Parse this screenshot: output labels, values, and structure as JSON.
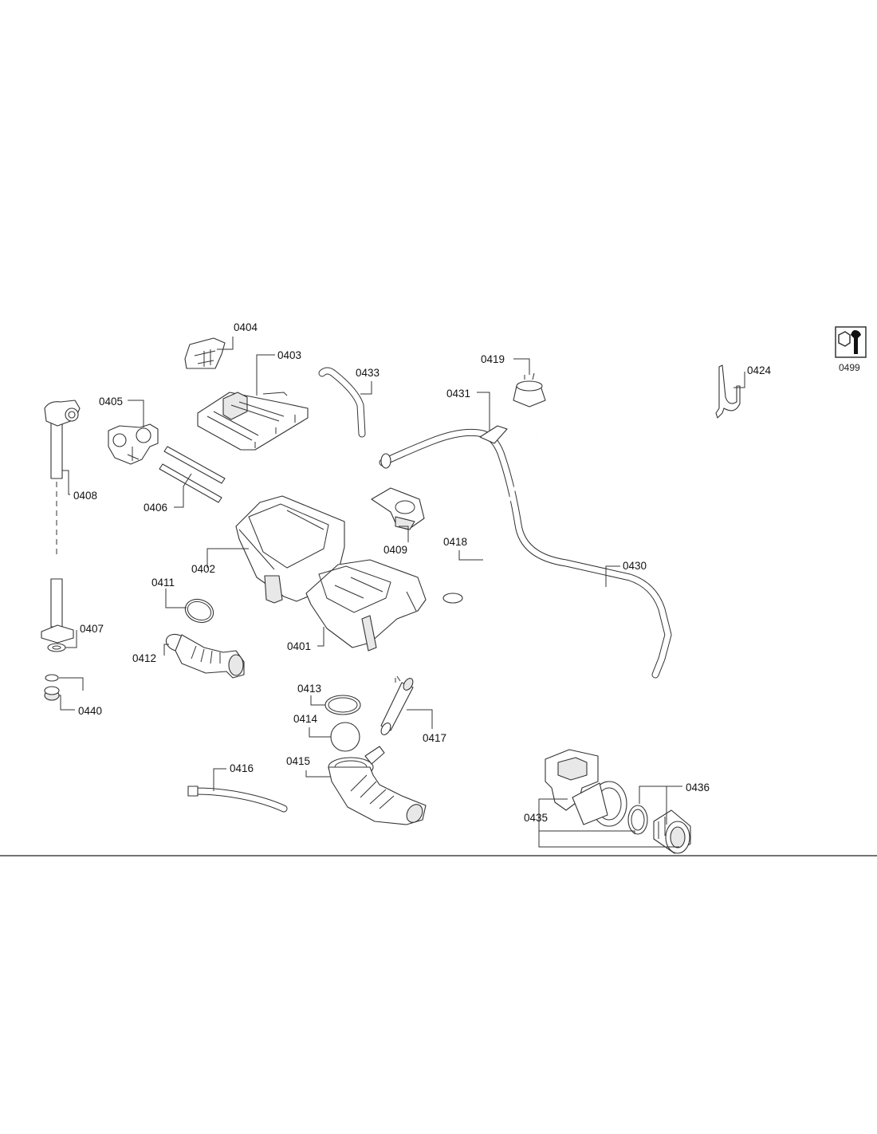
{
  "labels": {
    "p0401": "0401",
    "p0402": "0402",
    "p0403": "0403",
    "p0404": "0404",
    "p0405": "0405",
    "p0406": "0406",
    "p0407": "0407",
    "p0408": "0408",
    "p0409": "0409",
    "p0411": "0411",
    "p0412": "0412",
    "p0413": "0413",
    "p0414": "0414",
    "p0415": "0415",
    "p0416": "0416",
    "p0417": "0417",
    "p0418": "0418",
    "p0419": "0419",
    "p0424": "0424",
    "p0430": "0430",
    "p0431": "0431",
    "p0433": "0433",
    "p0435": "0435",
    "p0436": "0436",
    "p0440": "0440",
    "p0499": "0499"
  },
  "icons": {
    "tool_icon": "wrench-nut-icon"
  },
  "colors": {
    "line": "#333333",
    "background": "#ffffff"
  }
}
